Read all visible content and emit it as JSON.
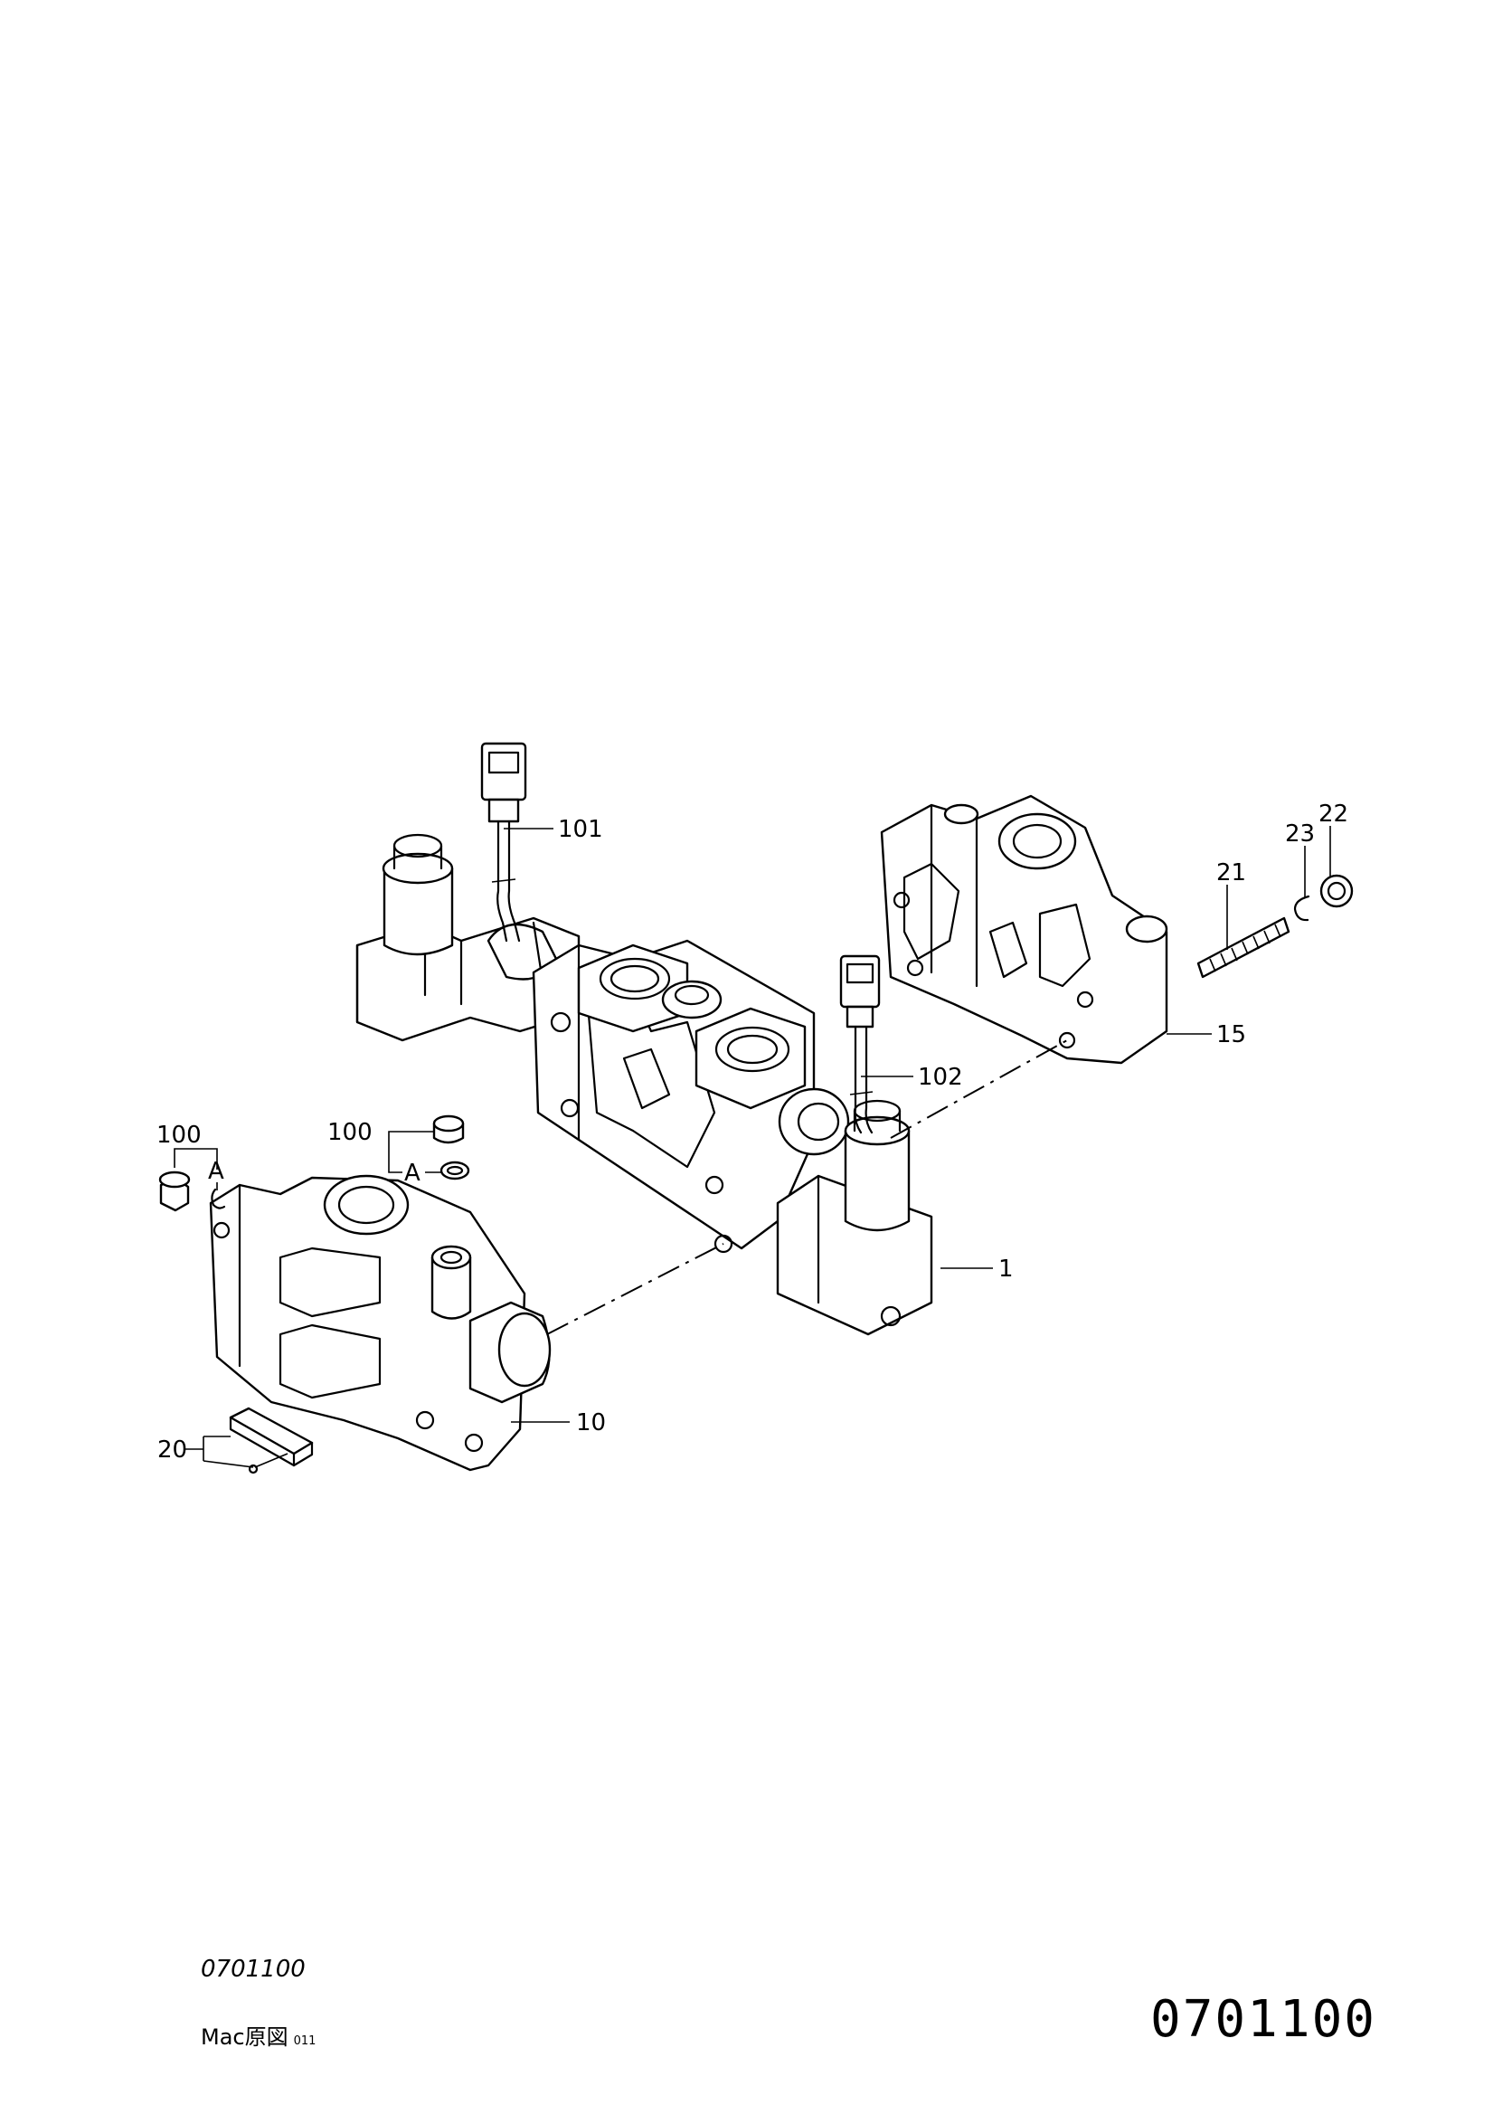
{
  "callouts": {
    "c101": "101",
    "c102": "102",
    "c100_left": "100",
    "cA_left": "A",
    "c100_mid": "100",
    "cA_mid": "A",
    "c1": "1",
    "c10": "10",
    "c15": "15",
    "c20": "20",
    "c21": "21",
    "c22": "22",
    "c23": "23"
  },
  "footer": {
    "code_small": "0701100",
    "origin_label": "Mac原図",
    "origin_number": "011",
    "code_big": "0701100"
  }
}
